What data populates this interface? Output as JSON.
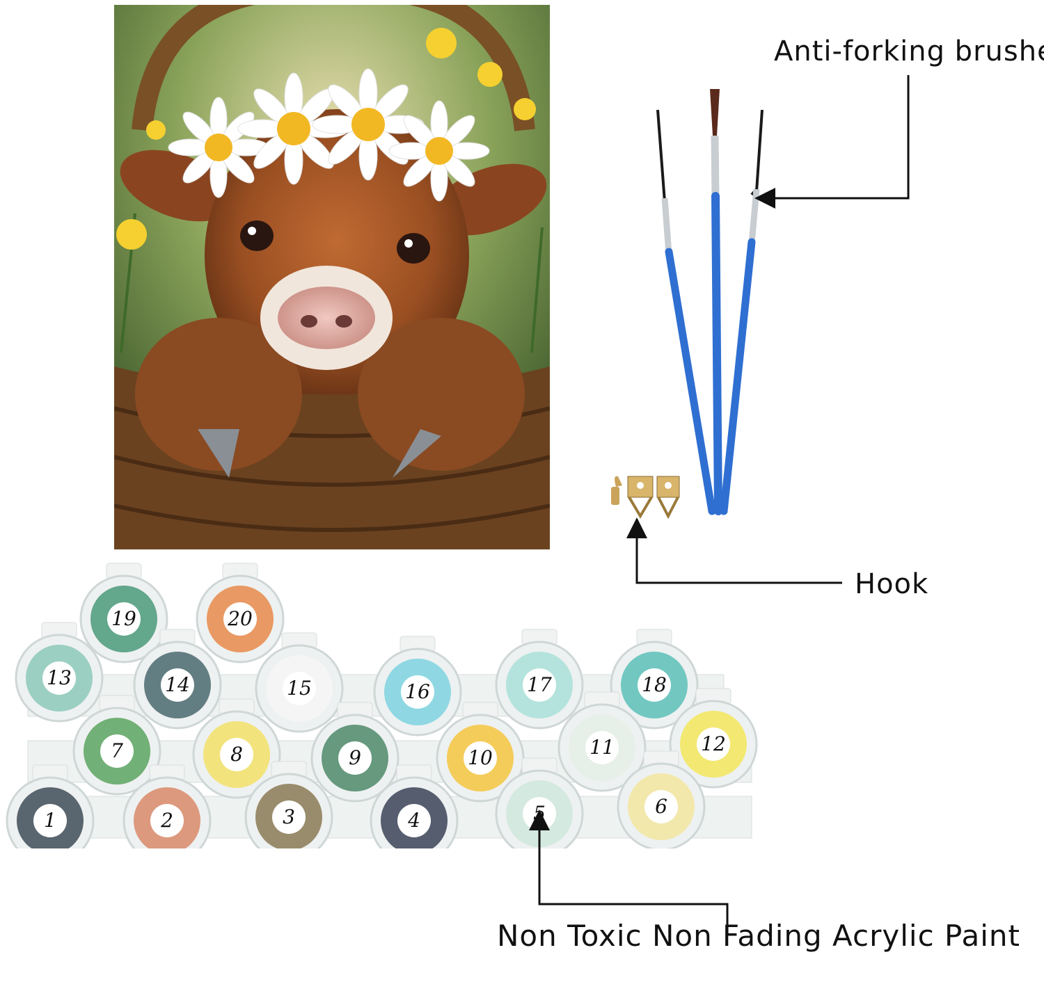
{
  "labels": {
    "brushes": "Anti-forking brushes",
    "hook": "Hook",
    "paint": "Non Toxic Non Fading Acrylic Paint"
  },
  "paint_pots": [
    {
      "number": "19",
      "color": "#4a9a7a"
    },
    {
      "number": "20",
      "color": "#e88a4a"
    },
    {
      "number": "13",
      "color": "#8cc9b8"
    },
    {
      "number": "14",
      "color": "#4a6a70"
    },
    {
      "number": "15",
      "color": "#f4f6f5"
    },
    {
      "number": "16",
      "color": "#7ed3e0"
    },
    {
      "number": "17",
      "color": "#a8e0d8"
    },
    {
      "number": "18",
      "color": "#5cbfb8"
    },
    {
      "number": "7",
      "color": "#5aa560"
    },
    {
      "number": "8",
      "color": "#f2e068"
    },
    {
      "number": "9",
      "color": "#4e8a6a"
    },
    {
      "number": "10",
      "color": "#f5c540"
    },
    {
      "number": "11",
      "color": "#e4f0e6"
    },
    {
      "number": "12",
      "color": "#f3e65c"
    },
    {
      "number": "1",
      "color": "#3e4c58"
    },
    {
      "number": "2",
      "color": "#d98a6a"
    },
    {
      "number": "3",
      "color": "#8a7a55"
    },
    {
      "number": "4",
      "color": "#3a4358"
    },
    {
      "number": "5",
      "color": "#cfe8dc"
    },
    {
      "number": "6",
      "color": "#f2e6a0"
    }
  ],
  "colors": {
    "brush_handle": "#2f6fd1",
    "brush_ferrule": "#c8cdd2",
    "hook": "#c9a35a",
    "label_text": "#111111"
  }
}
